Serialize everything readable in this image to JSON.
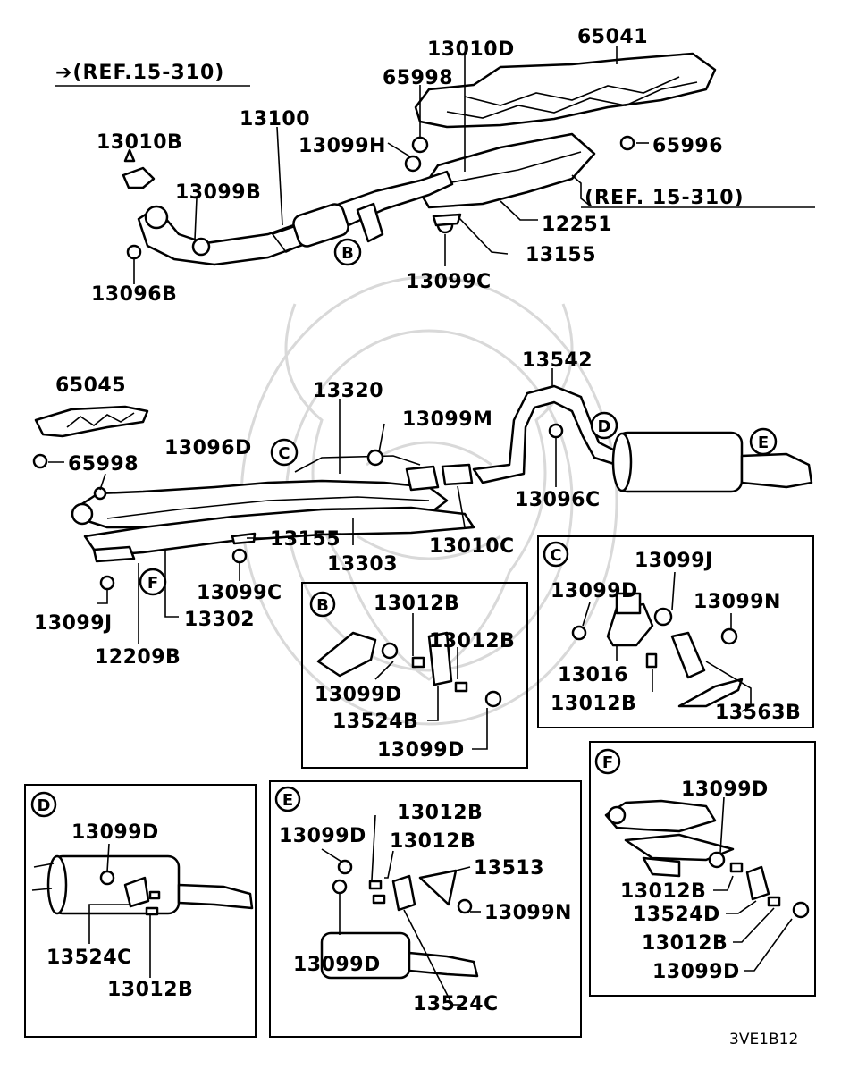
{
  "references": {
    "ref_top_left": "➔(REF.15-310)",
    "ref_right": "(REF. 15-310)"
  },
  "circle_markers": [
    "B",
    "C",
    "D",
    "E",
    "F"
  ],
  "detail_boxes": {
    "B": {
      "marker": "B",
      "labels": [
        "13012B",
        "13012B",
        "13099D",
        "13524B",
        "13099D"
      ]
    },
    "C": {
      "marker": "C",
      "labels": [
        "13099J",
        "13099D",
        "13099N",
        "13016",
        "13012B",
        "13563B"
      ]
    },
    "D": {
      "marker": "D",
      "labels": [
        "13099D",
        "13524C",
        "13012B"
      ]
    },
    "E": {
      "marker": "E",
      "labels": [
        "13012B",
        "13099D",
        "13012B",
        "13513",
        "13099N",
        "13099D",
        "13524C"
      ]
    },
    "F": {
      "marker": "F",
      "labels": [
        "13099D",
        "13012B",
        "13524D",
        "13012B",
        "13099D"
      ]
    }
  },
  "main_labels": {
    "p65041": "65041",
    "p13010D": "13010D",
    "p65998a": "65998",
    "p13100": "13100",
    "p13010B": "13010B",
    "p13099H": "13099H",
    "p65996": "65996",
    "p13099B": "13099B",
    "p12251": "12251",
    "p13155a": "13155",
    "p13096B": "13096B",
    "p13099C_a": "13099C",
    "p13542": "13542",
    "p65045": "65045",
    "p13320": "13320",
    "p13099M": "13099M",
    "p13096D": "13096D",
    "p65998b": "65998",
    "p13096C": "13096C",
    "p13155b": "13155",
    "p13303": "13303",
    "p13010C": "13010C",
    "p13099C_b": "13099C",
    "p13099J": "13099J",
    "p13302": "13302",
    "p12209B": "12209B"
  },
  "diagram_code": "3VE1B12"
}
